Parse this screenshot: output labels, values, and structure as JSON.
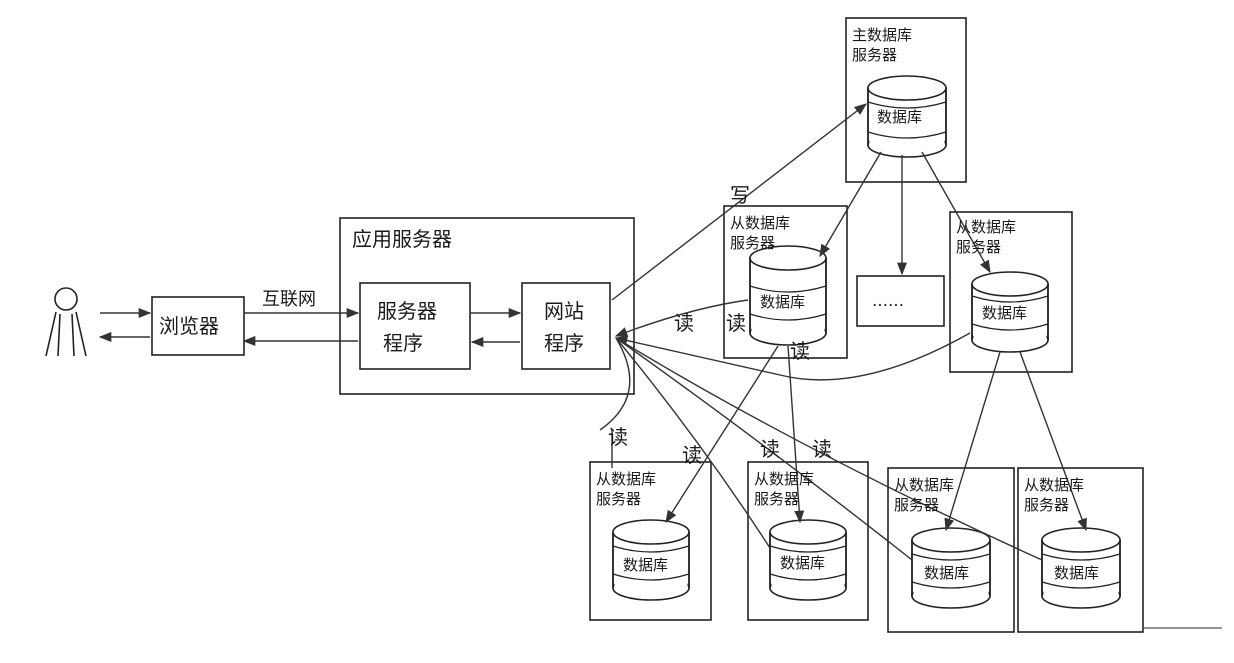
{
  "labels": {
    "internet": "互联网",
    "browser": "浏览器",
    "app_server": "应用服务器",
    "server_program": [
      "服务器",
      "程序"
    ],
    "website_program": [
      "网站",
      "程序"
    ],
    "master_db_server": [
      "主数据库",
      "服务器"
    ],
    "slave_db_server": [
      "从数据库",
      "服务器"
    ],
    "database": "数据库",
    "ellipsis": "……",
    "write": "写",
    "read": "读"
  }
}
